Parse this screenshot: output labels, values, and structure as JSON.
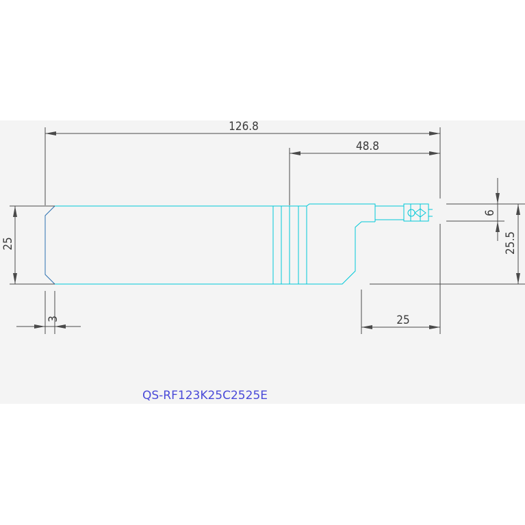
{
  "drawing": {
    "dimensions": {
      "overall_length": "126.8",
      "head_length": "48.8",
      "shank_height": "25",
      "chamfer": "3",
      "head_width": "25",
      "cutting_width": "6",
      "cutting_height": "25.5"
    },
    "part_number": "QS-RF123K25C2525E",
    "colors": {
      "paper": "#ffffff",
      "cut_area": "#f4f4f4",
      "dimension_line": "#4a4a4a",
      "outline": "#00c8d8",
      "edge": "#2a6fb0",
      "label": "#4a4ad8"
    }
  }
}
